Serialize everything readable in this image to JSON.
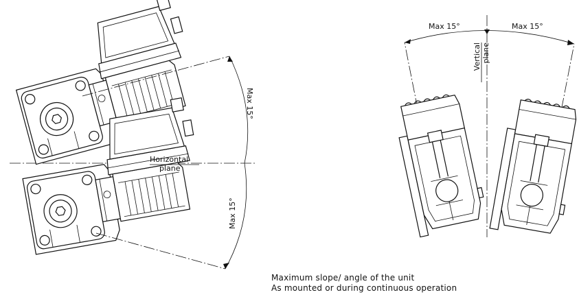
{
  "labels": {
    "horizontal_plane": [
      "Horizontal",
      "plane"
    ],
    "vertical_plane": [
      "Vertical",
      "plane"
    ],
    "max_angle_left_upper": "Max 15°",
    "max_angle_left_lower": "Max 15°",
    "max_angle_right_left": "Max 15°",
    "max_angle_right_right": "Max 15°"
  },
  "caption": {
    "line1": "Maximum slope/ angle of the unit",
    "line2": "As mounted or during continuous operation"
  },
  "colors": {
    "line": "#111111",
    "background": "#ffffff"
  },
  "slope": {
    "max_angle_deg": 15
  }
}
